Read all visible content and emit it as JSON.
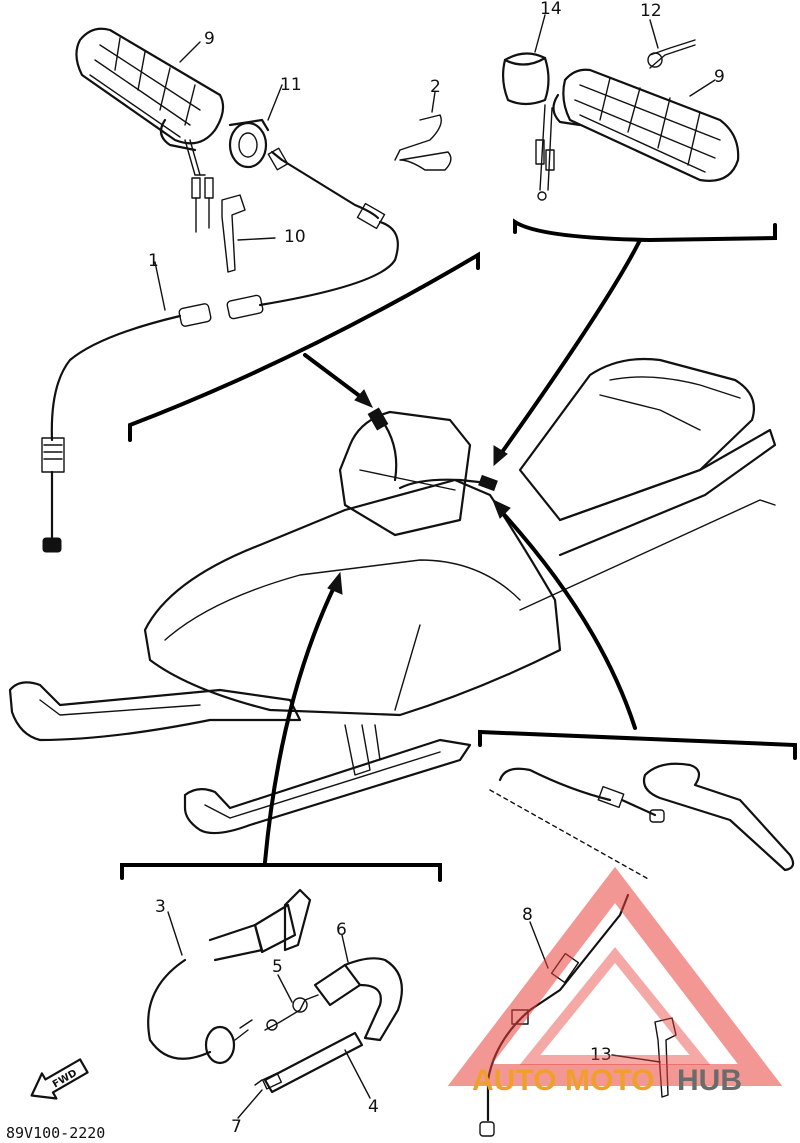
{
  "diagram_code": "89V100-2220",
  "fwd_label": "FWD",
  "callouts": {
    "c1": "1",
    "c2": "2",
    "c3": "3",
    "c4": "4",
    "c5": "5",
    "c6": "6",
    "c7": "7",
    "c8": "8",
    "c9_left": "9",
    "c9_right": "9",
    "c10": "10",
    "c11": "11",
    "c12": "12",
    "c13": "13",
    "c14": "14"
  },
  "watermark": {
    "part1": "AUTO",
    "part2": "MOTO",
    "part3": "HUB",
    "accent": "#e8413a",
    "orange": "#f0a02a",
    "gray": "#6b6b6b"
  }
}
